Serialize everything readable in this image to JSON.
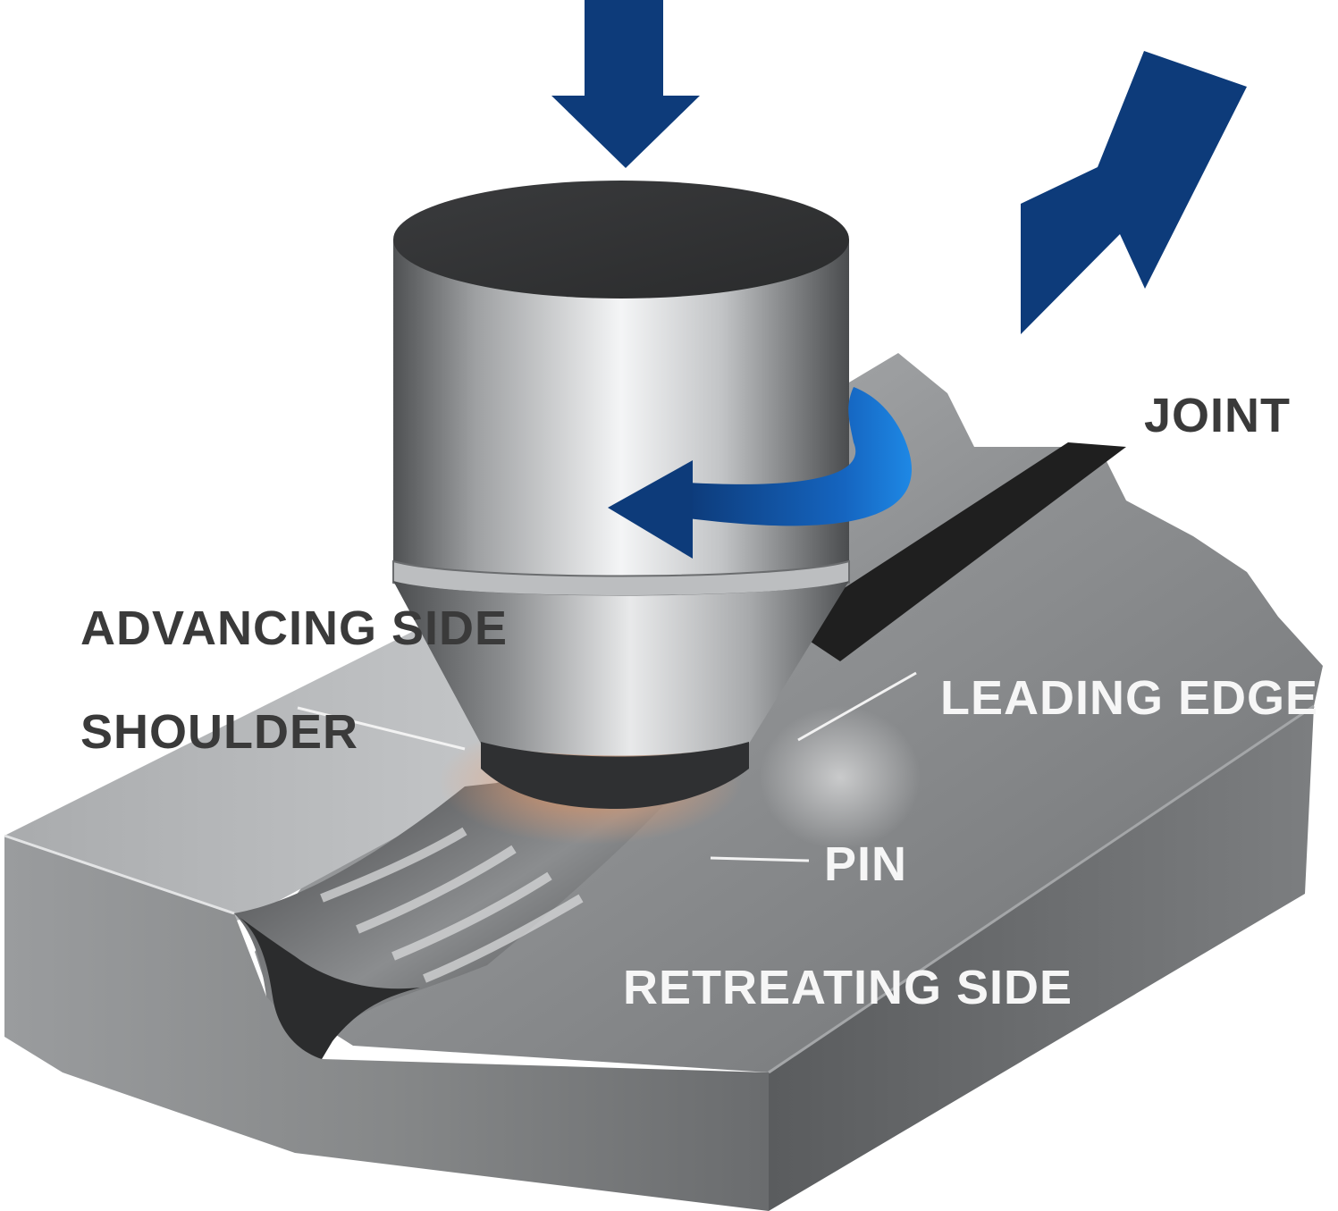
{
  "colors": {
    "arrow_blue": "#0d3b7a",
    "rotation_blue": "#1565c0",
    "metal_light": "#d6d8da",
    "metal_dark": "#5f6062",
    "joint_gap": "#1f1f1f",
    "heat": "#f08a4b"
  },
  "labels": {
    "joint": "JOINT",
    "advancing_side": "ADVANCING SIDE",
    "shoulder": "SHOULDER",
    "leading_edge": "LEADING EDGE",
    "pin": "PIN",
    "retreating_side": "RETREATING SIDE"
  },
  "icons": {
    "downforce": "down-arrow-icon",
    "travel": "diagonal-arrow-icon",
    "rotation": "rotation-arrow-icon"
  }
}
